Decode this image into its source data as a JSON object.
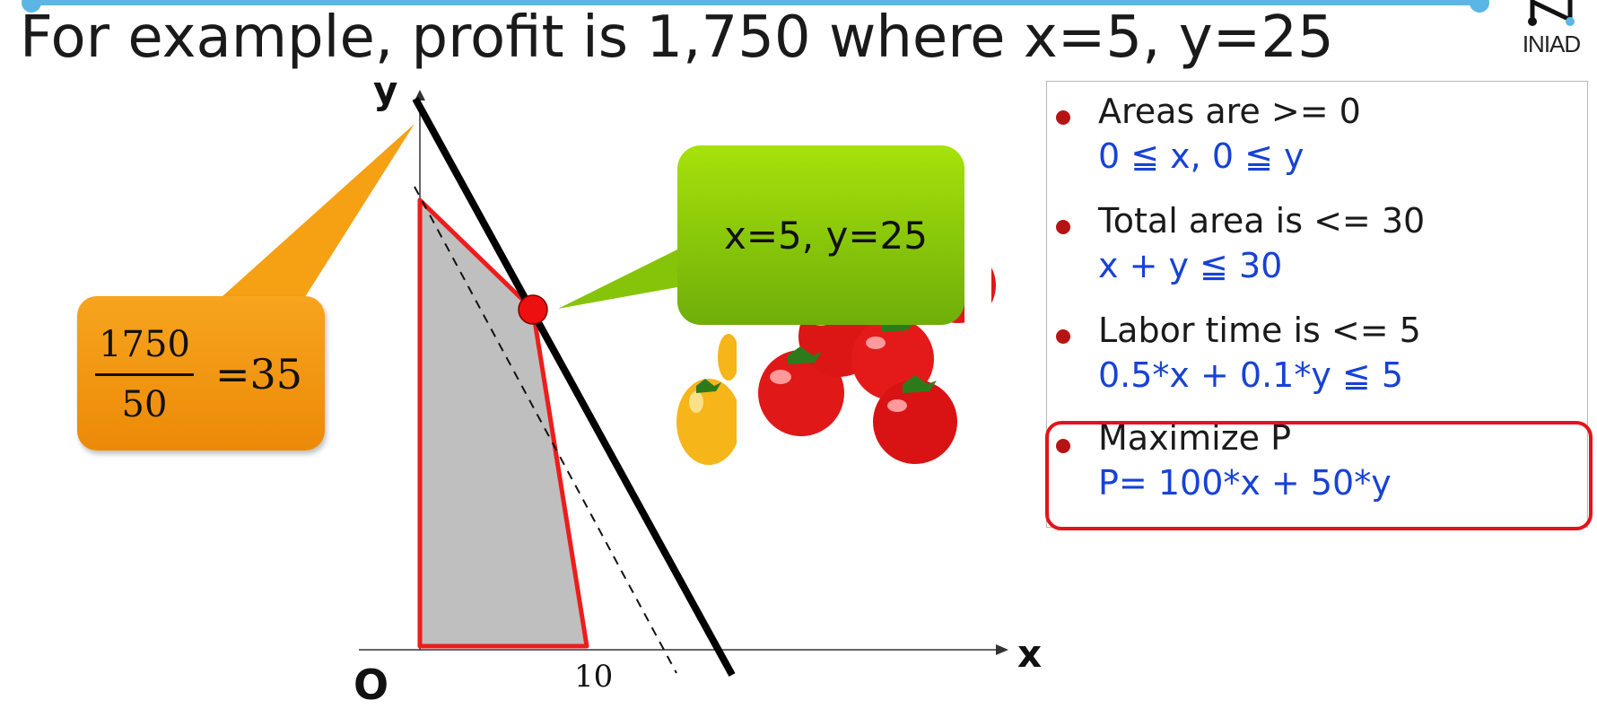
{
  "slide": {
    "title": "For example, profit is 1,750 where x=5, y=25",
    "logo_text": "INIAD"
  },
  "graph": {
    "y_axis_label": "y",
    "x_axis_label": "x",
    "origin_label": "O",
    "x_tick_label": "10"
  },
  "callout_profit": {
    "numerator": "1750",
    "denominator": "50",
    "result": "=35"
  },
  "callout_point": {
    "label": "x=5, y=25"
  },
  "constraints": [
    {
      "heading": "Areas are >= 0",
      "formula": "0 ≦ x, 0 ≦ y"
    },
    {
      "heading": "Total area is <= 30",
      "formula": "x + y ≦ 30"
    },
    {
      "heading": "Labor time is <= 5",
      "formula": "0.5*x + 0.1*y ≦ 5"
    },
    {
      "heading": "Maximize P",
      "formula": "P= 100*x + 50*y"
    }
  ],
  "colors": {
    "accent_blue": "#5bb6e6",
    "formula_blue": "#1742d6",
    "highlight_red": "#e3141c",
    "bullet_red": "#b51414",
    "callout_orange": "#f29a12",
    "callout_green": "#8cc80a"
  }
}
